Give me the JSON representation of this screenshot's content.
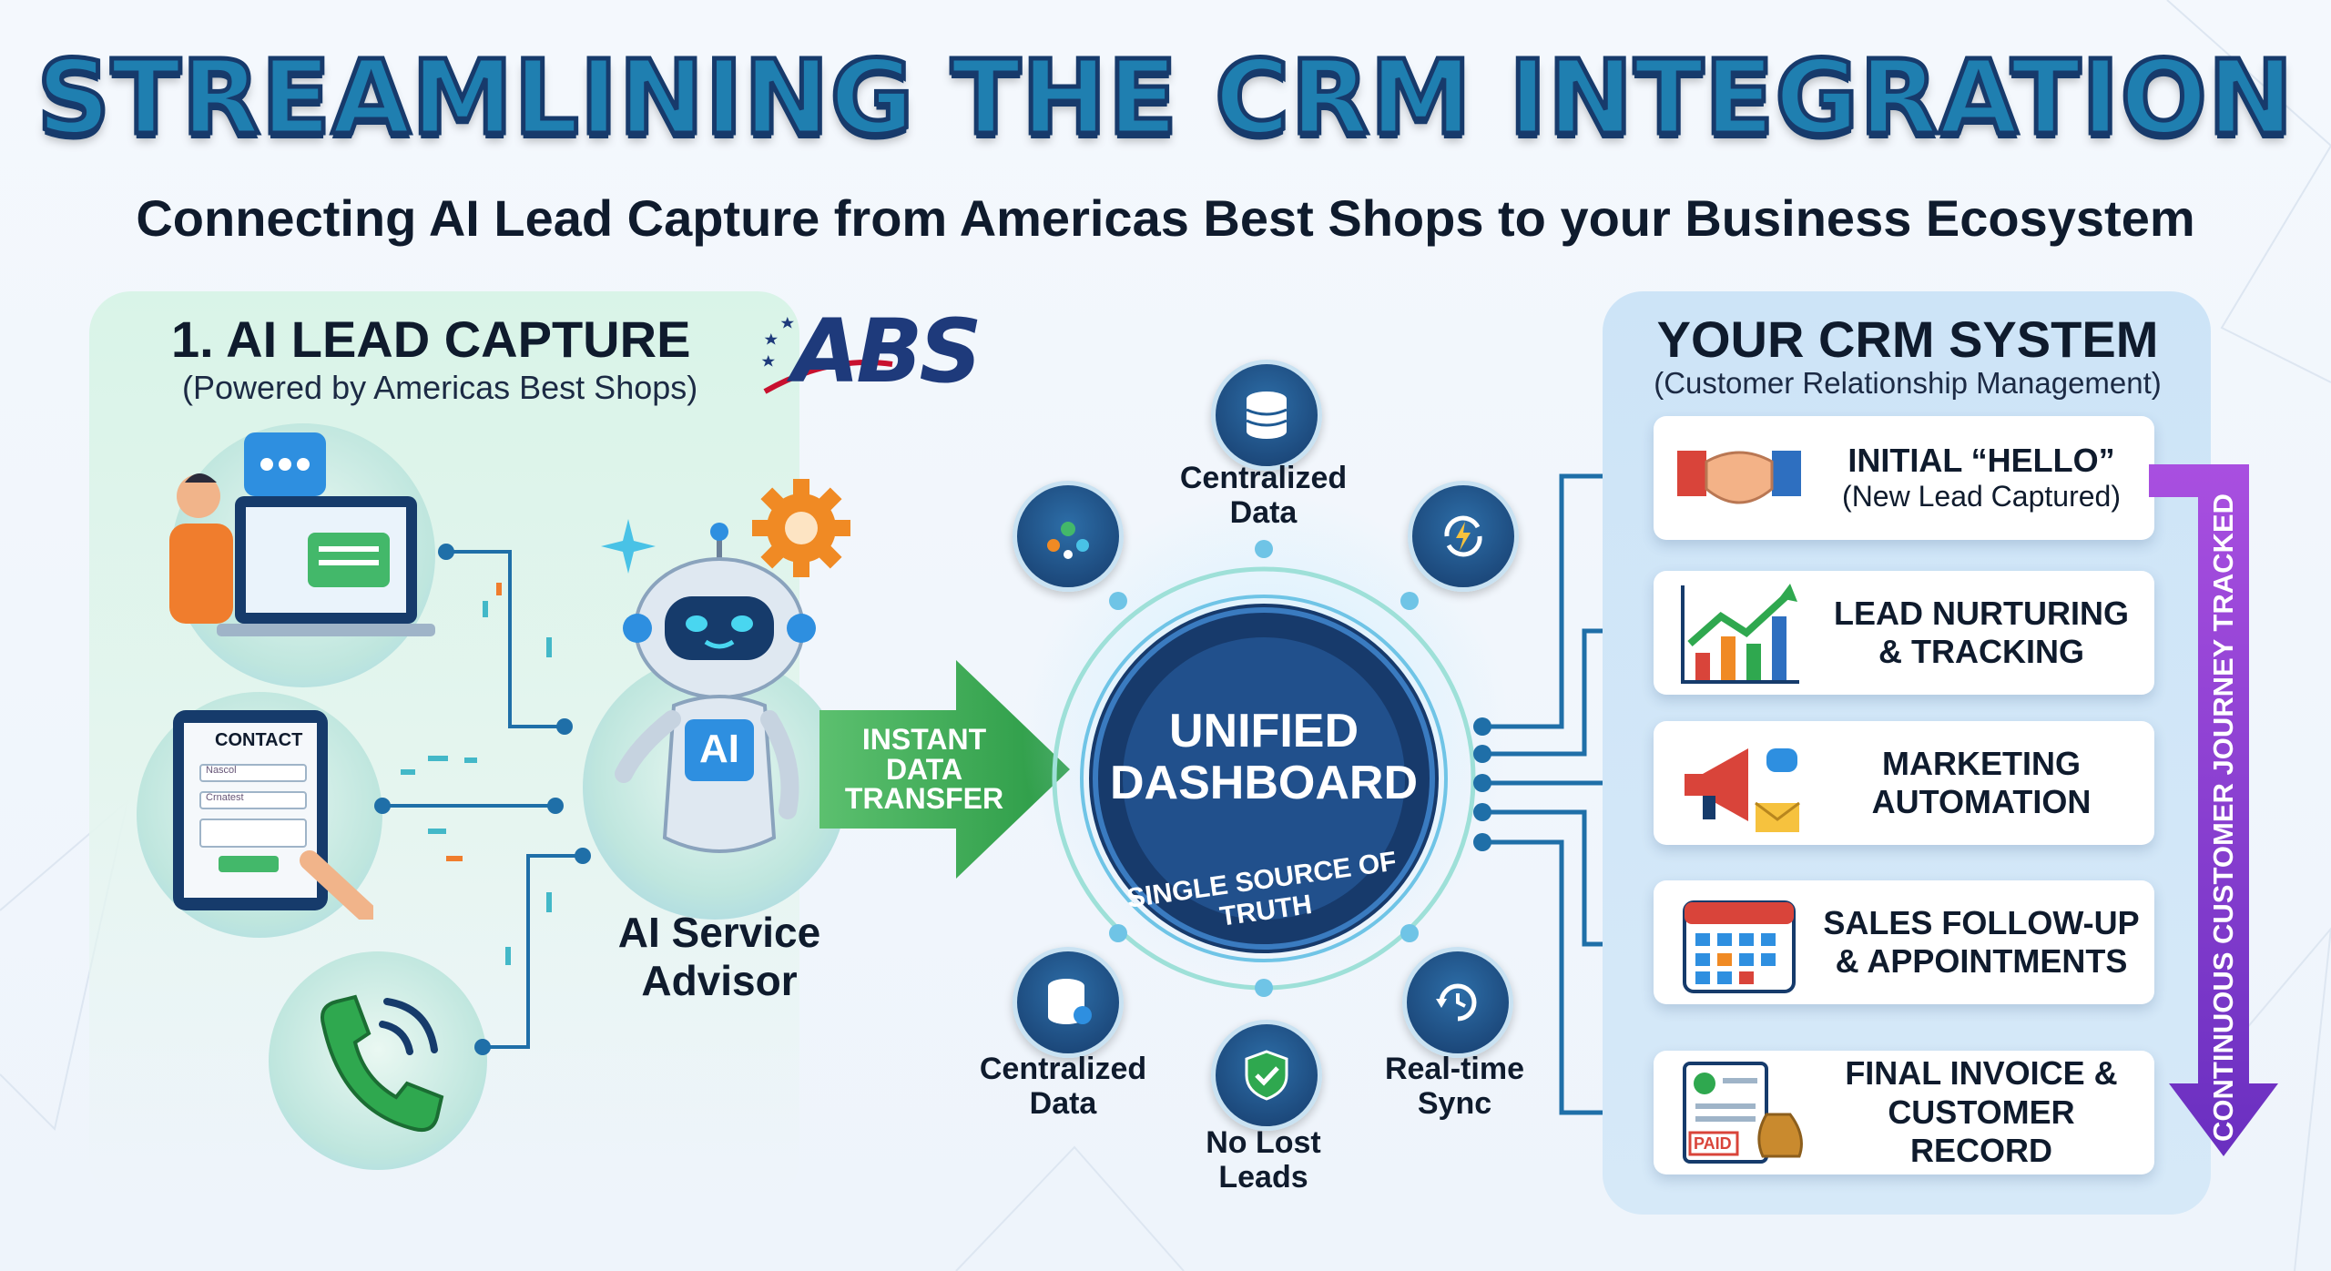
{
  "title": "STREAMLINING THE CRM INTEGRATION",
  "subtitle": "Connecting AI Lead Capture from Americas Best Shops to your Business Ecosystem",
  "left_panel": {
    "heading": "1. AI LEAD CAPTURE",
    "subheading": "(Powered by Americas Best Shops)",
    "logo_text": "ABS",
    "form_title": "CONTACT",
    "form_field_1": "Nascol",
    "form_field_2": "Crnatest",
    "robot_badge": "AI",
    "advisor_line1": "AI Service",
    "advisor_line2": "Advisor"
  },
  "arrow": {
    "line1": "INSTANT",
    "line2": "DATA",
    "line3": "TRANSFER"
  },
  "hub": {
    "line1": "UNIFIED",
    "line2": "DASHBOARD",
    "ring_text": "SINGLE SOURCE OF TRUTH",
    "nodes": [
      {
        "icon": "database-icon",
        "label_1": "Centralized",
        "label_2": "Data"
      },
      {
        "icon": "team-network-icon"
      },
      {
        "icon": "sync-lightning-icon"
      },
      {
        "icon": "database-check-icon",
        "label_1": "Centralized",
        "label_2": "Data"
      },
      {
        "icon": "shield-check-icon",
        "label_1": "No Lost",
        "label_2": "Leads"
      },
      {
        "icon": "refresh-clock-icon",
        "label_1": "Real-time",
        "label_2": "Sync"
      }
    ]
  },
  "crm": {
    "heading": "YOUR CRM SYSTEM",
    "subheading": "(Customer Relationship Management)",
    "vertical_label": "CONTINUOUS CUSTOMER JOURNEY TRACKED",
    "cards": [
      {
        "icon": "handshake-icon",
        "line1": "INITIAL “HELLO”",
        "line2": "(New Lead Captured)"
      },
      {
        "icon": "growth-chart-icon",
        "line1": "LEAD NURTURING",
        "line2": "& TRACKING"
      },
      {
        "icon": "megaphone-icon",
        "line1": "MARKETING",
        "line2": "AUTOMATION"
      },
      {
        "icon": "calendar-icon",
        "line1": "SALES FOLLOW-UP",
        "line2": "& APPOINTMENTS"
      },
      {
        "icon": "invoice-icon",
        "line1": "FINAL INVOICE &",
        "line2": "CUSTOMER RECORD",
        "stamp": "PAID"
      }
    ]
  },
  "colors": {
    "title": "#1f7fb0",
    "navy": "#163b6b",
    "green_arrow": "#2fa84f",
    "crm_panel": "#cde4f7",
    "journey_arrow": "#8b3fd1"
  }
}
